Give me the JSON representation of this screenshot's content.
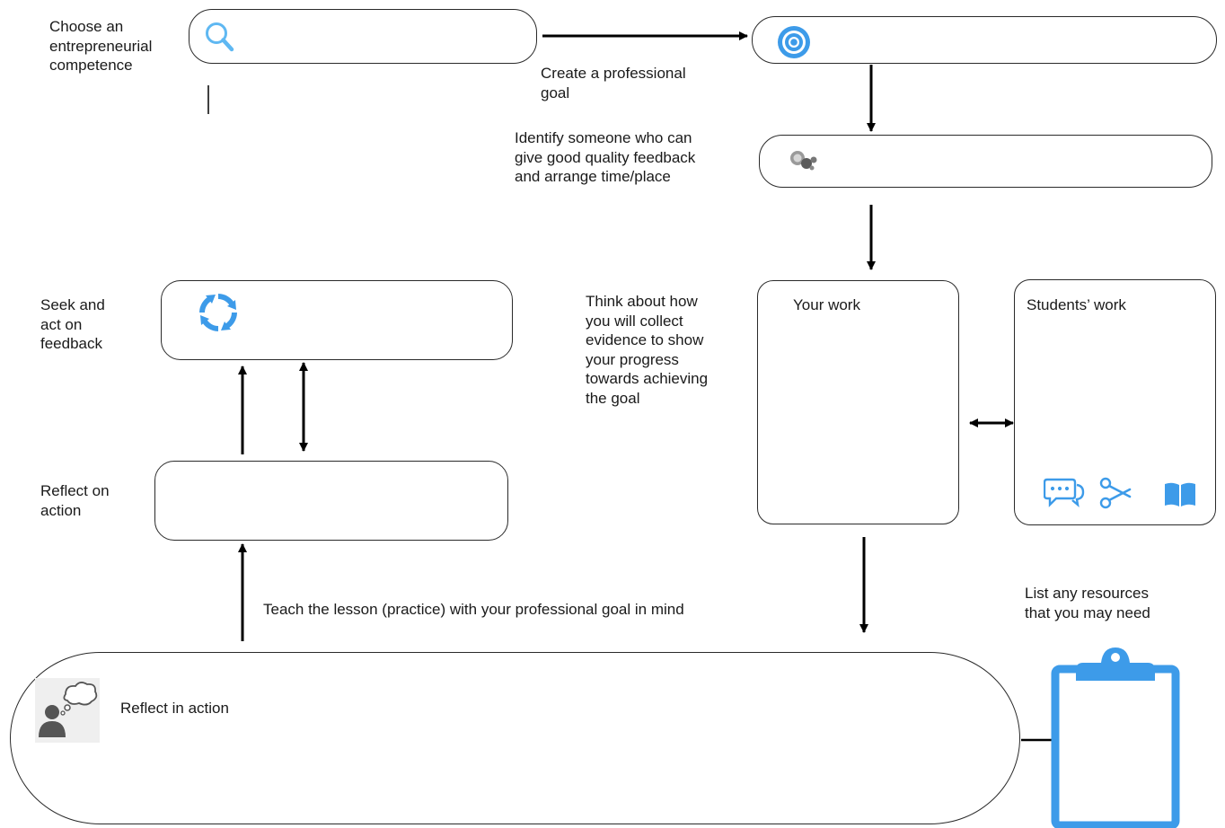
{
  "steps": {
    "choose": {
      "label_lines": [
        "Choose an",
        "entrepreneurial",
        "competence"
      ],
      "icon": "search-icon"
    },
    "goal": {
      "label_lines": [
        "Create a professional",
        "goal"
      ],
      "icon": "target-icon"
    },
    "identify": {
      "label_lines": [
        "Identify someone who can",
        "give good quality feedback",
        "and arrange time/place"
      ],
      "icon": "people-network-icon"
    },
    "evidence": {
      "label_lines": [
        "Think about how",
        "you will collect",
        "evidence to show",
        "your progress",
        "towards achieving",
        "the goal"
      ]
    },
    "your_work": {
      "title": "Your work"
    },
    "students_work": {
      "title": "Students’ work",
      "icons": [
        "speech-bubble-icon",
        "scissors-icon",
        "book-icon"
      ]
    },
    "seek": {
      "label_lines": [
        "Seek and",
        "act on",
        "feedback"
      ],
      "icon": "refresh-cycle-icon"
    },
    "reflect_on": {
      "label_lines": [
        "Reflect on",
        "action"
      ]
    },
    "teach": {
      "label": "Teach the lesson (practice) with your professional goal in mind"
    },
    "reflect_in": {
      "label": "Reflect in action",
      "icon": "thinking-person-icon"
    },
    "resources": {
      "label_lines": [
        "List any resources",
        "that you may need"
      ],
      "icon": "clipboard-icon"
    }
  },
  "colors": {
    "accent": "#3d9be9",
    "stroke": "#2a2a2a",
    "text": "#1a1a1a"
  }
}
